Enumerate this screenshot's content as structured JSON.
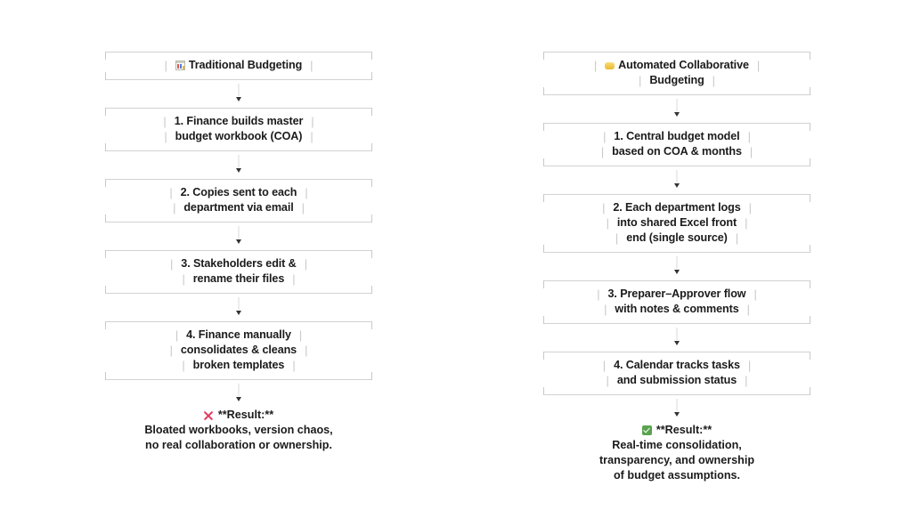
{
  "page": {
    "background": "#ffffff",
    "text_color": "#1b1b1b",
    "border_color": "#d2d2d2",
    "pipe_color": "#c8c8c8"
  },
  "columns": [
    {
      "id": "traditional",
      "header": {
        "icon": "chart-spreadsheet-icon",
        "lines": [
          "Traditional Budgeting"
        ]
      },
      "steps": [
        {
          "lines": [
            "1. Finance builds master",
            "budget workbook (COA)"
          ]
        },
        {
          "lines": [
            "2. Copies sent to each",
            "department via email"
          ]
        },
        {
          "lines": [
            "3. Stakeholders edit &",
            "rename their files"
          ]
        },
        {
          "lines": [
            "4. Finance manually",
            "consolidates & cleans",
            "broken templates"
          ]
        }
      ],
      "result": {
        "icon": "cross-mark-icon",
        "label": "**Result:**",
        "lines": [
          "Bloated workbooks, version chaos,",
          "no real collaboration or ownership."
        ]
      }
    },
    {
      "id": "automated",
      "header": {
        "icon": "yellow-chip-icon",
        "lines": [
          "Automated Collaborative",
          "Budgeting"
        ]
      },
      "steps": [
        {
          "lines": [
            "1. Central budget model",
            "based on COA & months"
          ]
        },
        {
          "lines": [
            "2. Each department logs",
            "into shared Excel front",
            "end (single source)"
          ]
        },
        {
          "lines": [
            "3. Preparer–Approver flow",
            "with notes & comments"
          ]
        },
        {
          "lines": [
            "4. Calendar tracks tasks",
            "and submission status"
          ]
        }
      ],
      "result": {
        "icon": "check-mark-button-icon",
        "label": "**Result:**",
        "lines": [
          "Real-time consolidation,",
          "transparency, and ownership",
          "of budget assumptions."
        ]
      }
    }
  ],
  "separators": {
    "pipe": "|"
  }
}
